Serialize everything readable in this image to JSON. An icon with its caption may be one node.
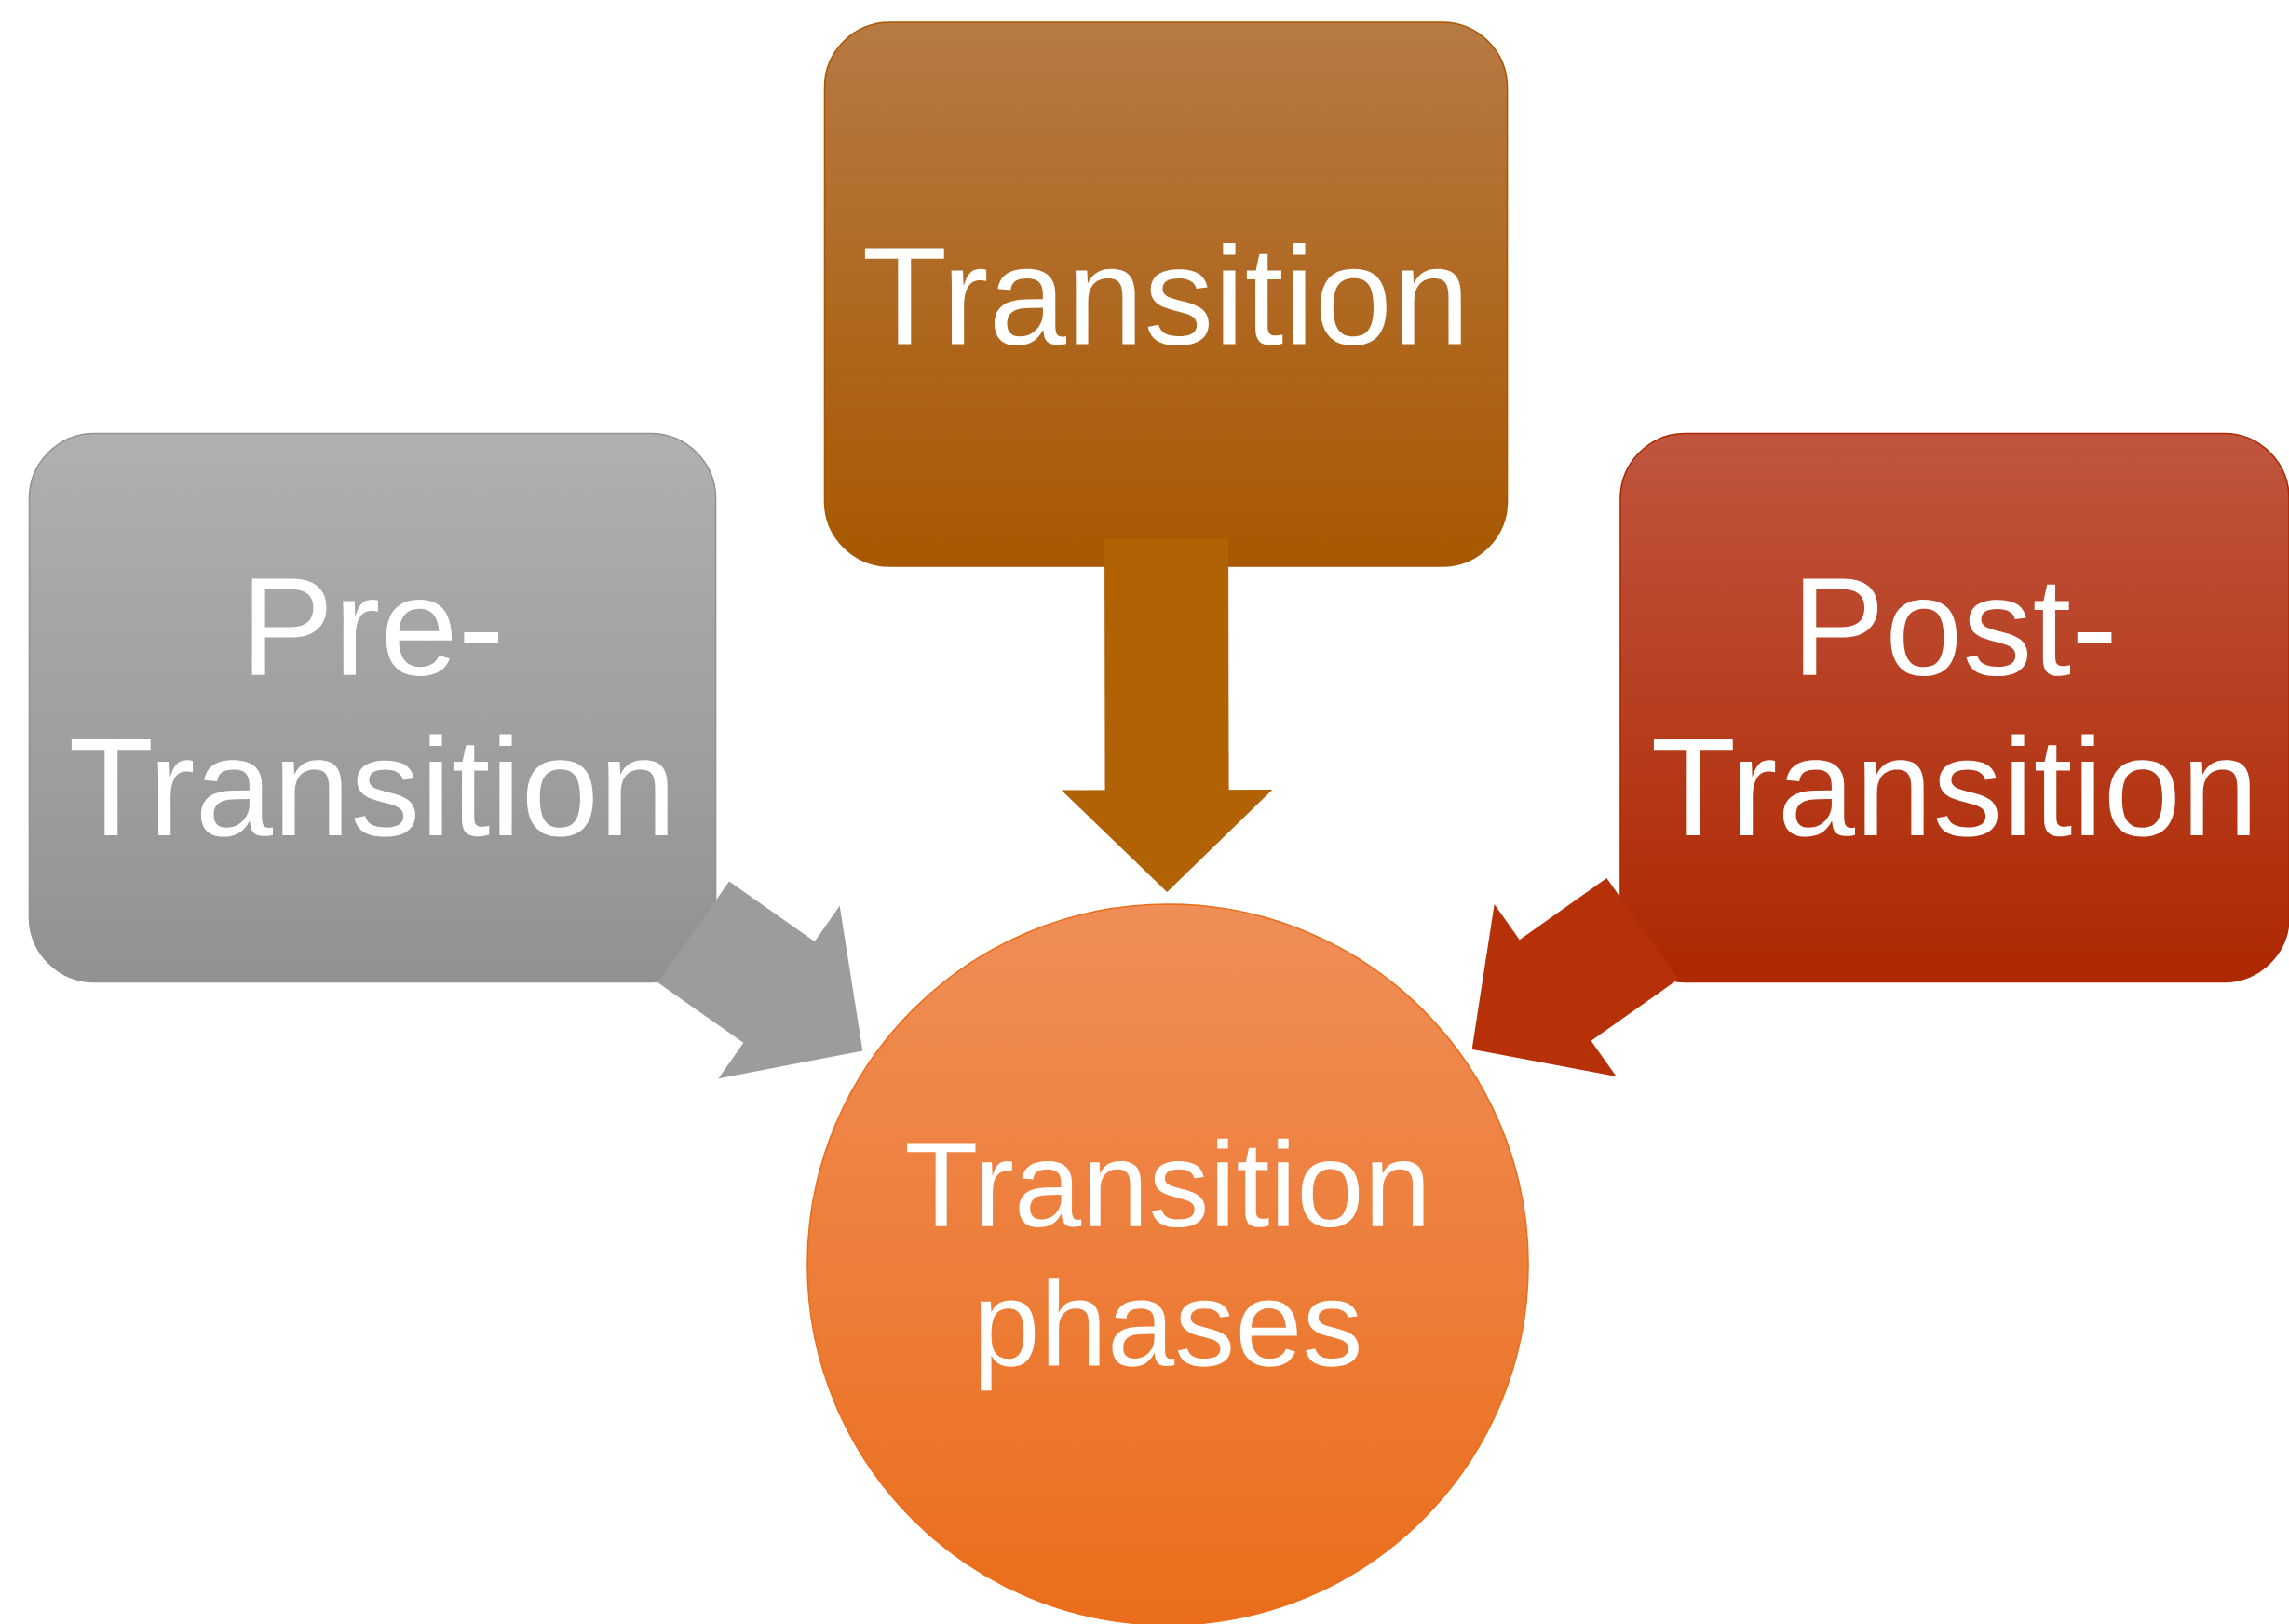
{
  "diagram": {
    "nodes": [
      {
        "text": [
          "Transition"
        ]
      },
      {
        "text": [
          "Pre- Transition"
        ]
      },
      {
        "text": [
          "Post- Transition"
        ]
      },
      {
        "text": [
          "Transition phases"
        ]
      }
    ],
    "edges": [
      {
        "from": 1,
        "to": 3,
        "arrow": "to",
        "color": "#9c9c9c"
      },
      {
        "from": 0,
        "to": 3,
        "arrow": "to",
        "color": "#b06204"
      },
      {
        "from": 2,
        "to": 3,
        "arrow": "to",
        "color": "#b63008"
      }
    ]
  }
}
